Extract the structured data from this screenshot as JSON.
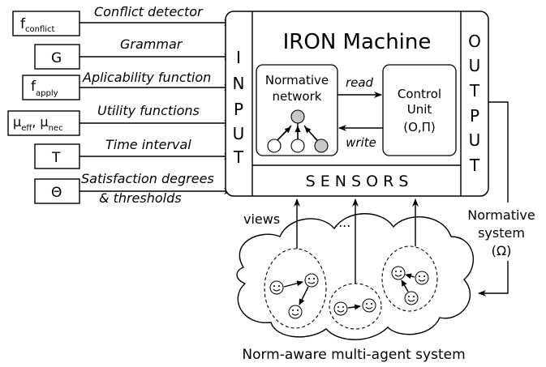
{
  "inputs": [
    {
      "symbol": "f",
      "sub": "conflict",
      "label": "Conflict detector"
    },
    {
      "symbol": "G",
      "sub": "",
      "label": "Grammar"
    },
    {
      "symbol": "f",
      "sub": "apply",
      "label": "Aplicability function"
    },
    {
      "symbol": "μ",
      "sub": "eff",
      "symbol2": ", μ",
      "sub2": "nec",
      "label": "Utility functions"
    },
    {
      "symbol": "T",
      "sub": "",
      "label": "Time interval"
    },
    {
      "symbol": "Θ",
      "sub": "",
      "label": "Satisfaction degrees",
      "label2": "& thresholds"
    }
  ],
  "machine": {
    "title": "IRON Machine",
    "input_letters": [
      "I",
      "N",
      "P",
      "U",
      "T"
    ],
    "output_letters": [
      "O",
      "U",
      "T",
      "P",
      "U",
      "T"
    ],
    "sensors": "S E N S O R S",
    "normative_network": [
      "Normative",
      "network"
    ],
    "control_unit": [
      "Control",
      "Unit",
      "(O,Π)"
    ],
    "read": "read",
    "write": "write"
  },
  "normative_system": [
    "Normative",
    "system",
    "(Ω)"
  ],
  "views": "views",
  "dots": "....",
  "mas_label": "Norm-aware multi-agent system"
}
